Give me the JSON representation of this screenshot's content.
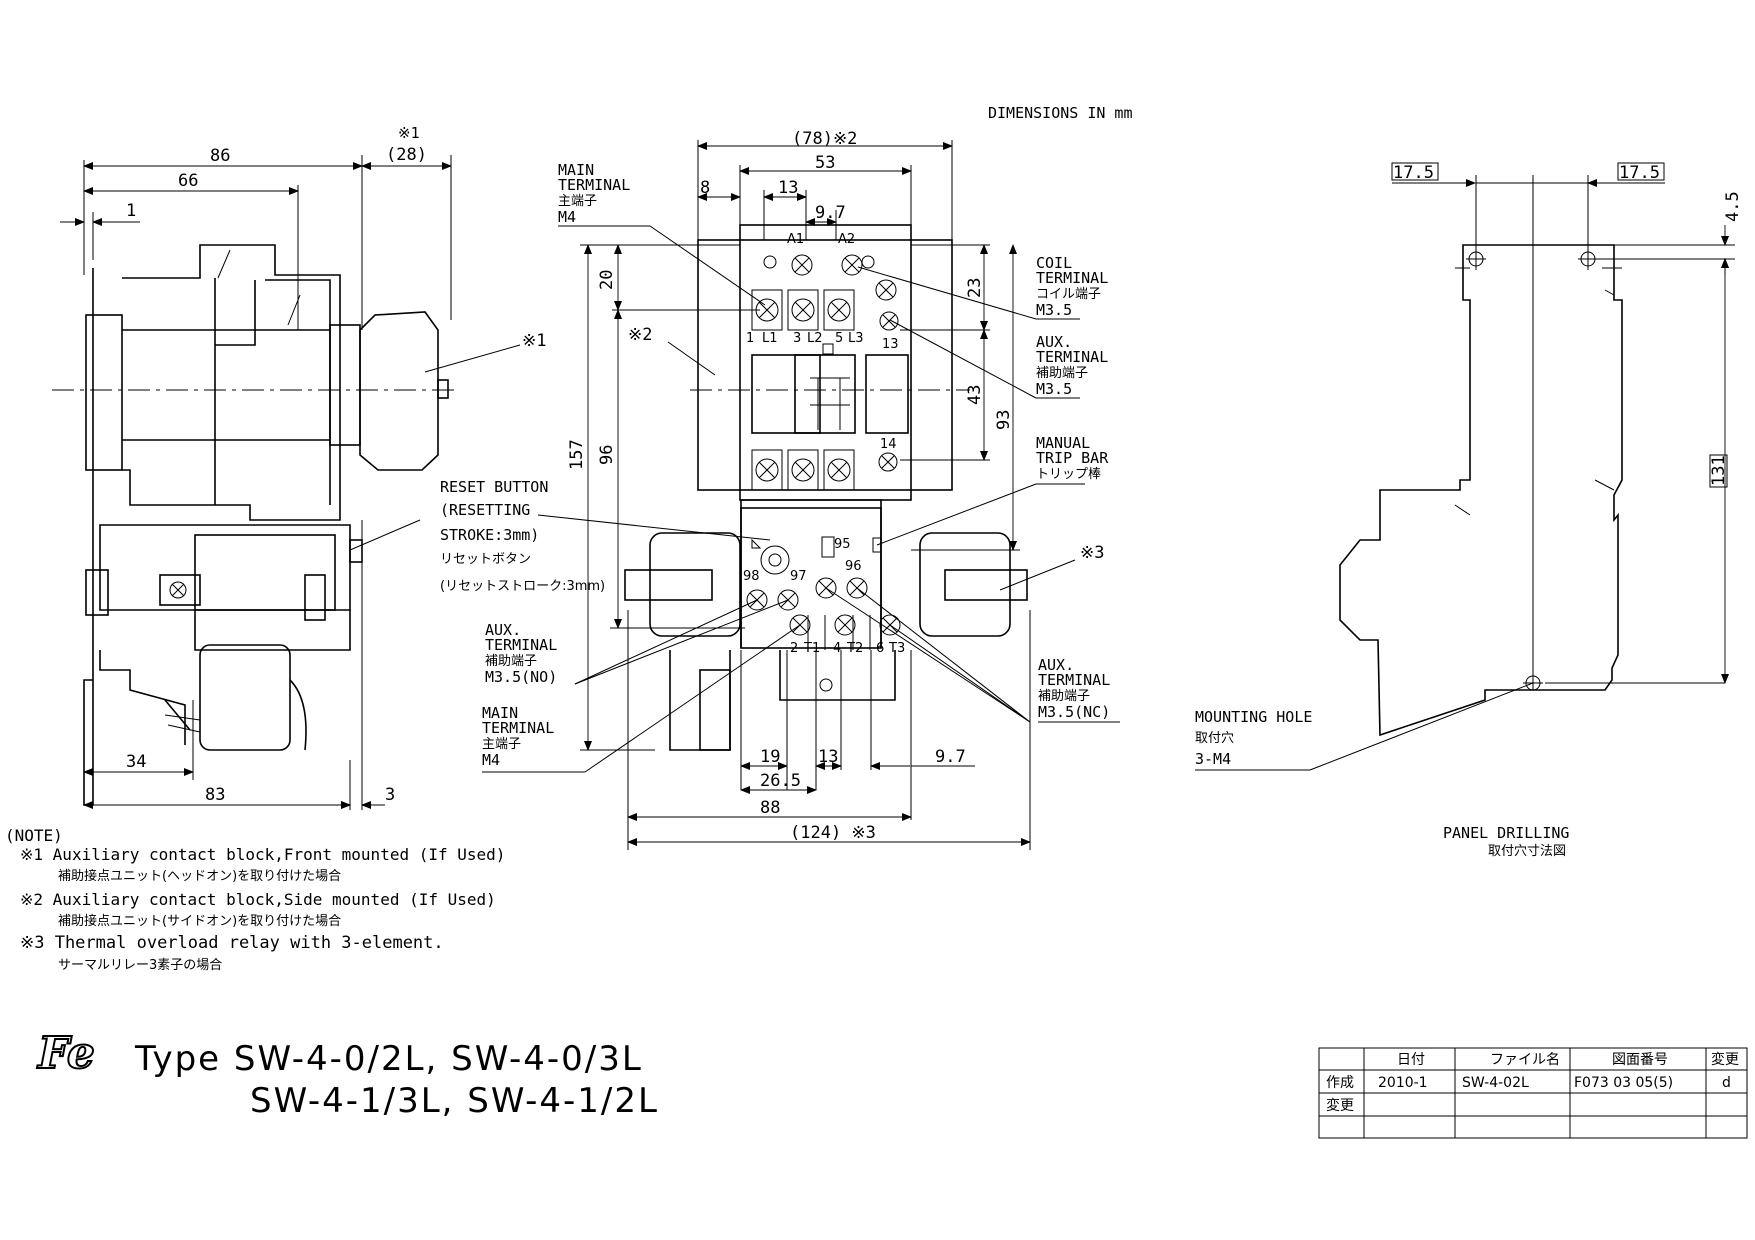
{
  "header": {
    "units_note": "DIMENSIONS IN mm"
  },
  "side_view": {
    "dim_86": "86",
    "dim_66": "66",
    "dim_1": "1",
    "dim_ref1": "※1",
    "dim_28": "(28)",
    "dim_34": "34",
    "dim_83": "83",
    "dim_3": "3",
    "callout_ref1": "※1"
  },
  "front_view": {
    "dim_78": "(78)※2",
    "dim_53": "53",
    "dim_8": "8",
    "dim_13_top": "13",
    "dim_9_7_top": "9.7",
    "dim_20": "20",
    "dim_157": "157",
    "dim_96": "96",
    "dim_23": "23",
    "dim_43": "43",
    "dim_93": "93",
    "dim_19": "19",
    "dim_13_bot": "13",
    "dim_26_5": "26.5",
    "dim_9_7_bot": "9.7",
    "dim_88": "88",
    "dim_124": "(124) ※3",
    "term_A1": "A1",
    "term_A2": "A2",
    "term_1": "1",
    "term_L1": "L1",
    "term_3": "3",
    "term_L2": "L2",
    "term_5": "5",
    "term_L3": "L3",
    "term_13": "13",
    "term_14": "14",
    "term_95": "95",
    "term_96": "96",
    "term_97": "97",
    "term_98": "98",
    "term_2": "2",
    "term_T1": "T1",
    "term_4": "4",
    "term_T2": "T2",
    "term_6": "6",
    "term_T3": "T3",
    "ref2": "※2",
    "ref3": "※3"
  },
  "labels": {
    "main_terminal_top": {
      "l1": "MAIN",
      "l2": "TERMINAL",
      "jp": "主端子",
      "size": "M4"
    },
    "coil_terminal": {
      "l1": "COIL",
      "l2": "TERMINAL",
      "jp": "コイル端子",
      "size": "M3.5"
    },
    "aux_terminal_top": {
      "l1": "AUX.",
      "l2": "TERMINAL",
      "jp": "補助端子",
      "size": "M3.5"
    },
    "manual_trip": {
      "l1": "MANUAL",
      "l2": "TRIP BAR",
      "jp": "トリップ棒"
    },
    "reset_button": {
      "l1": "RESET BUTTON",
      "l2": "(RESETTING",
      "l3": "STROKE:3mm)",
      "jp1": "リセットボタン",
      "jp2": "(リセットストローク:3mm)"
    },
    "aux_terminal_no": {
      "l1": "AUX.",
      "l2": "TERMINAL",
      "jp": "補助端子",
      "size": "M3.5(NO)"
    },
    "main_terminal_bot": {
      "l1": "MAIN",
      "l2": "TERMINAL",
      "jp": "主端子",
      "size": "M4"
    },
    "aux_terminal_nc": {
      "l1": "AUX.",
      "l2": "TERMINAL",
      "jp": "補助端子",
      "size": "M3.5(NC)"
    },
    "mounting_hole": {
      "l1": "MOUNTING HOLE",
      "jp": "取付穴",
      "size": "3-M4"
    }
  },
  "panel": {
    "dim_17_5_left": "17.5",
    "dim_17_5_right": "17.5",
    "dim_4_5": "4.5",
    "dim_131": "131",
    "title": "PANEL DRILLING",
    "title_jp": "取付穴寸法図"
  },
  "notes": {
    "header": "(NOTE)",
    "n1": "※1 Auxiliary contact block,Front mounted (If Used)",
    "n1_jp": "補助接点ユニット(ヘッドオン)を取り付けた場合",
    "n2": "※2 Auxiliary contact block,Side mounted (If Used)",
    "n2_jp": "補助接点ユニット(サイドオン)を取り付けた場合",
    "n3": "※3  Thermal overload relay with 3-element.",
    "n3_jp": "サーマルリレー3素子の場合"
  },
  "title_block": {
    "logo": "Fe",
    "line1": "Type  SW-4-0/2L, SW-4-0/3L",
    "line2": "SW-4-1/3L, SW-4-1/2L"
  },
  "record_table": {
    "headers": [
      "",
      "日付",
      "ファイル名",
      "図面番号",
      "変更"
    ],
    "rows": [
      [
        "作成",
        "2010-1",
        "SW-4-02L",
        "F073 03 05(5)",
        "d"
      ],
      [
        "変更",
        "",
        "",
        "",
        ""
      ],
      [
        "",
        "",
        "",
        "",
        ""
      ]
    ]
  }
}
